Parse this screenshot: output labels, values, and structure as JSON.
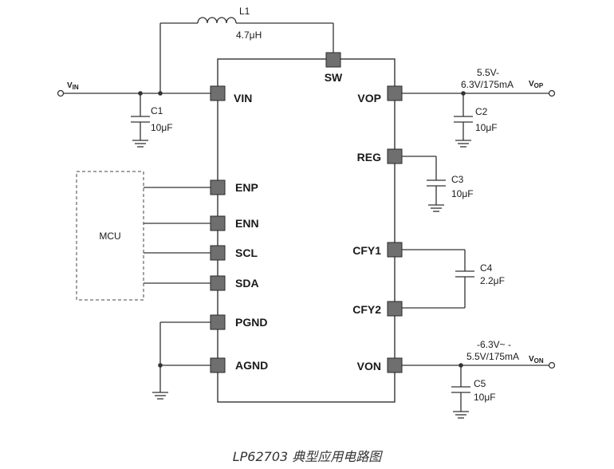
{
  "ic": {
    "left_pins": [
      "VIN",
      "ENP",
      "ENN",
      "SCL",
      "SDA",
      "PGND",
      "AGND"
    ],
    "right_pins": [
      "VOP",
      "REG",
      "CFY1",
      "CFY2",
      "VON"
    ],
    "top_pin": "SW"
  },
  "mcu_label": "MCU",
  "inductor": {
    "name": "L1",
    "value": "4.7μH"
  },
  "capacitors": [
    {
      "name": "C1",
      "value": "10μF"
    },
    {
      "name": "C2",
      "value": "10μF"
    },
    {
      "name": "C3",
      "value": "10μF"
    },
    {
      "name": "C4",
      "value": "2.2μF"
    },
    {
      "name": "C5",
      "value": "10μF"
    }
  ],
  "terminals": {
    "vin": {
      "main": "V",
      "sub": "IN"
    },
    "vop": {
      "main": "V",
      "sub": "OP"
    },
    "von": {
      "main": "V",
      "sub": "ON"
    }
  },
  "vop_range": {
    "line1": "5.5V-",
    "line2": "6.3V/175mA"
  },
  "von_range": {
    "line1": "-6.3V~ -",
    "line2": "5.5V/175mA"
  },
  "caption": "LP62703 典型应用电路图"
}
